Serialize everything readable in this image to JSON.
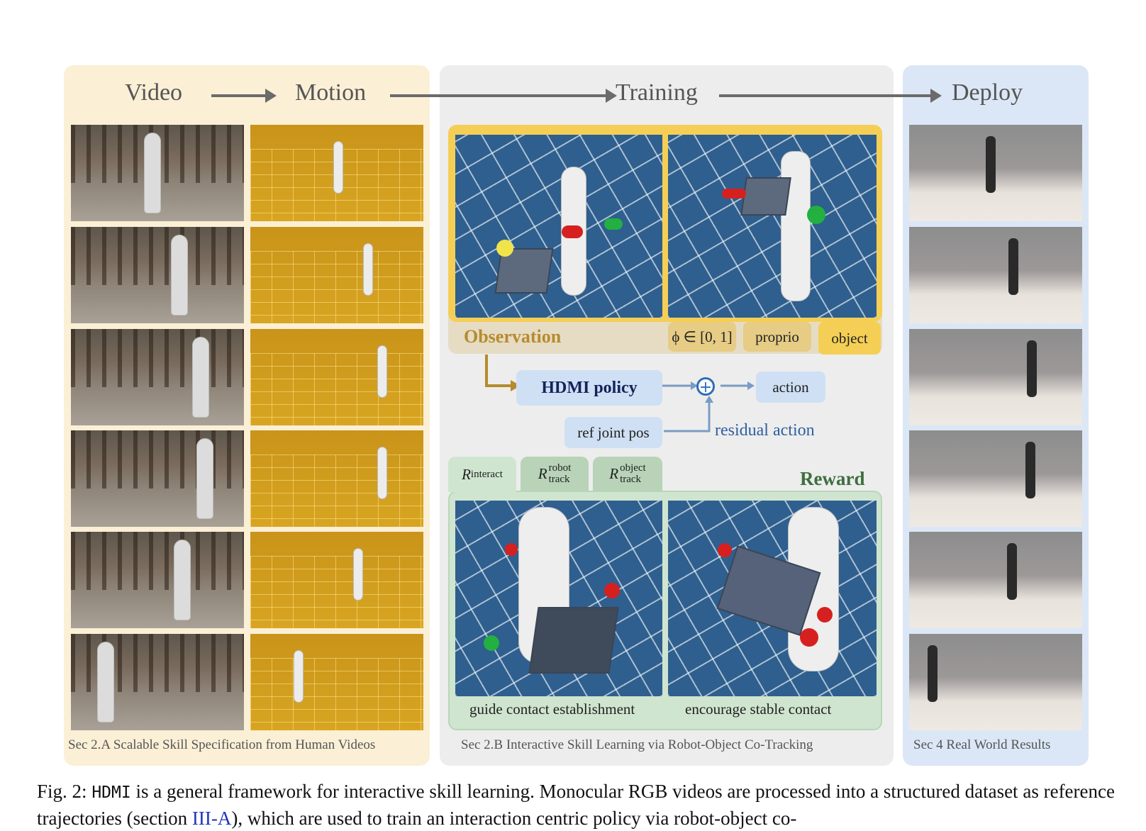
{
  "stages": {
    "video": "Video",
    "motion": "Motion",
    "training": "Training",
    "deploy": "Deploy"
  },
  "observation": {
    "title": "Observation",
    "phase": "ϕ ∈ [0, 1]",
    "proprio": "proprio",
    "object": "object"
  },
  "policy": {
    "name": "HDMI policy",
    "action": "action",
    "ref": "ref joint pos",
    "residual": "residual action",
    "plus": "+"
  },
  "reward": {
    "title": "Reward",
    "tabs": [
      {
        "base": "R",
        "sub": "interact",
        "sup": ""
      },
      {
        "base": "R",
        "sub": "track",
        "sup": "robot"
      },
      {
        "base": "R",
        "sub": "track",
        "sup": "object"
      }
    ],
    "left_caption": "guide contact establishment",
    "right_caption": "encourage stable contact"
  },
  "sections": {
    "video": "Sec 2.A Scalable Skill Specification from Human Videos",
    "training": "Sec 2.B Interactive Skill Learning via Robot-Object Co-Tracking",
    "deploy": "Sec 4 Real World Results"
  },
  "caption": {
    "prefix": "Fig. 2: ",
    "code": "HDMI",
    "part1": " is a general framework for interactive skill learning. Monocular RGB videos are processed into a structured dataset as reference trajectories (section ",
    "ref": "III-A",
    "part2": "), which are used to train an interaction centric policy via robot-object co-"
  },
  "colors": {
    "video_panel": "#fbefd6",
    "training_panel": "#ededed",
    "deploy_panel": "#dbe7f6",
    "observation_border": "#f5cf55",
    "policy_box": "#cfe0f4",
    "reward_panel": "#cfe5cf",
    "reward_text": "#3f6e3f"
  }
}
